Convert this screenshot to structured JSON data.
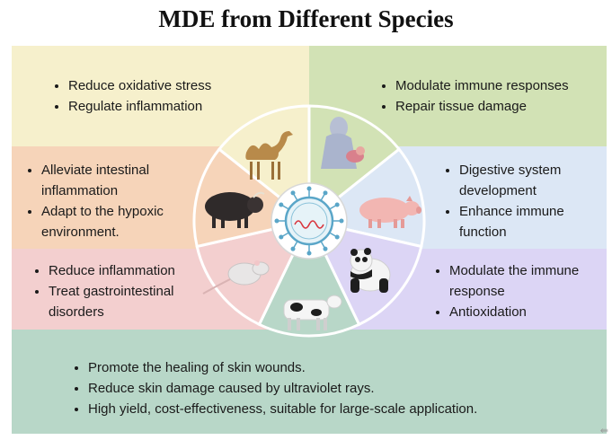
{
  "title": "MDE from Different Species",
  "colors": {
    "camel_panel": "#f6f0cc",
    "human_panel": "#d2e2b5",
    "yak_panel": "#f6d4b9",
    "pig_panel": "#dce7f5",
    "rat_panel": "#f3cfcf",
    "panda_panel": "#dcd5f5",
    "cow_panel": "#b8d7c8",
    "center_circle": "#ffffff"
  },
  "panels": {
    "camel": {
      "animal": "camel-icon",
      "bullets": [
        "Reduce oxidative stress",
        "Regulate inflammation"
      ]
    },
    "human": {
      "animal": "mother-breastfeeding-icon",
      "bullets": [
        "Modulate immune responses",
        "Repair tissue damage"
      ]
    },
    "yak": {
      "animal": "yak-icon",
      "bullets": [
        "Alleviate  intestinal inflammation",
        "Adapt to the hypoxic environment."
      ]
    },
    "pig": {
      "animal": "pig-icon",
      "bullets": [
        "Digestive system development",
        "Enhance immune function"
      ]
    },
    "rat": {
      "animal": "rat-icon",
      "bullets": [
        "Reduce inflammation",
        "Treat gastrointestinal disorders"
      ]
    },
    "panda": {
      "animal": "panda-icon",
      "bullets": [
        "Modulate the immune response",
        "Antioxidation"
      ]
    },
    "cow": {
      "animal": "cow-icon",
      "bullets": [
        "Promote the healing of skin wounds.",
        "Reduce skin damage caused by ultraviolet rays.",
        "High yield, cost-effectiveness, suitable for large-scale application."
      ]
    }
  },
  "center": {
    "icon": "exosome-icon"
  },
  "corner_icon": "arrow-icon"
}
